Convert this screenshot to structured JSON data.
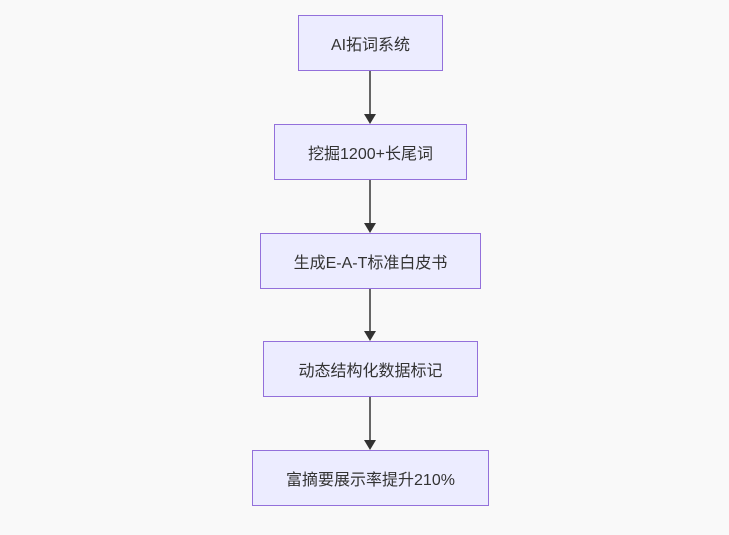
{
  "diagram": {
    "type": "flowchart",
    "direction": "top-down",
    "nodes": [
      {
        "id": "node-1",
        "label": "AI拓词系统"
      },
      {
        "id": "node-2",
        "label": "挖掘1200+长尾词"
      },
      {
        "id": "node-3",
        "label": "生成E-A-T标准白皮书"
      },
      {
        "id": "node-4",
        "label": "动态结构化数据标记"
      },
      {
        "id": "node-5",
        "label": "富摘要展示率提升210%"
      }
    ],
    "edges": [
      {
        "from": "node-1",
        "to": "node-2"
      },
      {
        "from": "node-2",
        "to": "node-3"
      },
      {
        "from": "node-3",
        "to": "node-4"
      },
      {
        "from": "node-4",
        "to": "node-5"
      }
    ],
    "colors": {
      "background": "#f9f9f9",
      "node_fill": "#ECECFF",
      "node_border": "#9370DB",
      "node_text": "#333333",
      "arrow_line": "#666666",
      "arrow_head": "#333333"
    }
  }
}
